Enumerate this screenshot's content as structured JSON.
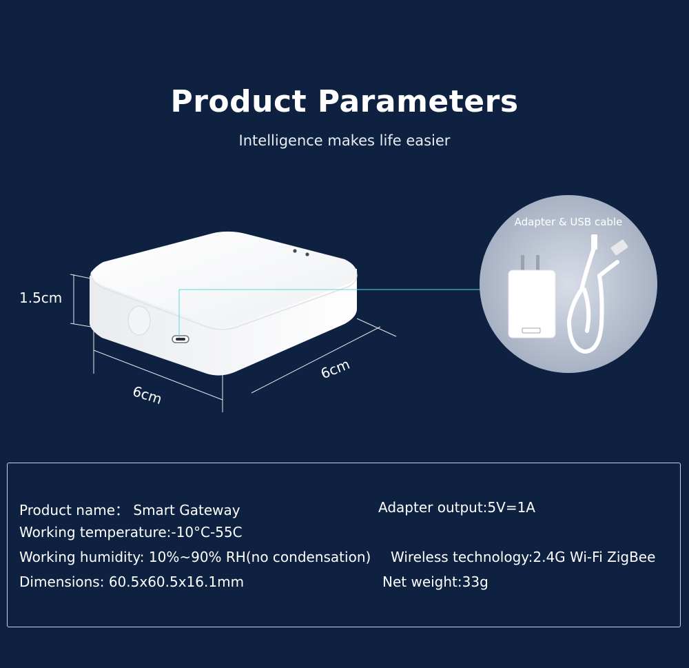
{
  "header": {
    "title": "Product Parameters",
    "subtitle": "Intelligence makes life easier"
  },
  "dimensions": {
    "height": "1.5cm",
    "width": "6cm",
    "depth": "6cm"
  },
  "accessories": {
    "label": "Adapter & USB cable"
  },
  "colors": {
    "background": "#0e2141",
    "accent_line": "#5fd6e6",
    "device": "#ffffff"
  },
  "specs": {
    "product_name": "Product name：  Smart Gateway",
    "adapter_output": "Adapter output:5V=1A",
    "working_temperature": "Working temperature:-10°C-55C",
    "working_humidity": "Working humidity: 10%~90% RH(no condensation)",
    "wireless_technology": "Wireless technology:2.4G Wi-Fi ZigBee",
    "dimensions": "Dimensions: 60.5x60.5x16.1mm",
    "net_weight": "Net weight:33g"
  }
}
